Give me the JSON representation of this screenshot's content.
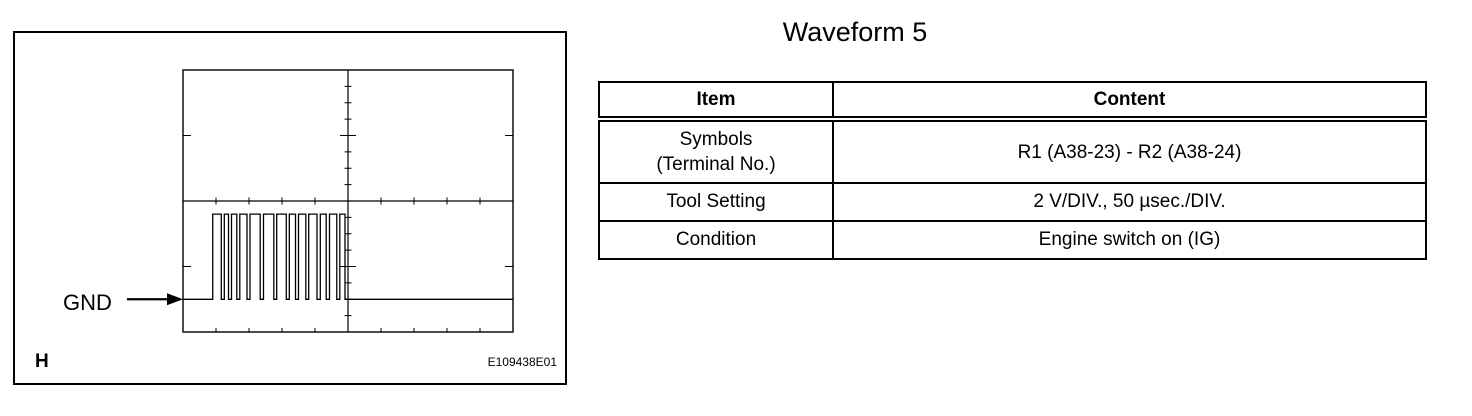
{
  "title": "Waveform 5",
  "figure": {
    "gnd_label": "GND",
    "panel_letter": "H",
    "figure_id": "E109438E01"
  },
  "table": {
    "headers": [
      "Item",
      "Content"
    ],
    "rows": [
      {
        "item_lines": [
          "Symbols",
          "(Terminal No.)"
        ],
        "content": "R1 (A38-23) - R2 (A38-24)"
      },
      {
        "item_lines": [
          "Tool Setting"
        ],
        "content": "2 V/DIV., 50 µsec./DIV."
      },
      {
        "item_lines": [
          "Condition"
        ],
        "content": "Engine switch on (IG)"
      }
    ]
  },
  "chart_data": {
    "type": "line",
    "title": "",
    "xlabel": "",
    "ylabel": "",
    "y_units": "V",
    "x_units": "µs",
    "v_per_div": 2,
    "us_per_div": 50,
    "x_divs": 2,
    "y_divs": 4,
    "xlim": [
      0,
      100
    ],
    "ylim": [
      -1,
      7
    ],
    "gnd_reference_v": 0,
    "grid": true,
    "series": [
      {
        "description_note": null,
        "x": [
          0,
          9.0,
          9.0,
          11.6,
          11.6,
          12.5,
          12.5,
          13.8,
          13.8,
          14.7,
          14.7,
          16.3,
          16.3,
          17.2,
          17.2,
          19.4,
          19.4,
          20.3,
          20.3,
          23.4,
          23.4,
          24.4,
          24.4,
          27.5,
          27.5,
          28.4,
          28.4,
          31.3,
          31.3,
          32.2,
          32.2,
          34.1,
          34.1,
          35.0,
          35.0,
          37.2,
          37.2,
          38.1,
          38.1,
          40.6,
          40.6,
          41.6,
          41.6,
          43.4,
          43.4,
          44.4,
          44.4,
          46.6,
          46.6,
          47.5,
          47.5,
          49.1,
          49.1,
          50.0,
          50.0,
          100
        ],
        "y": [
          0,
          0,
          2.6,
          2.6,
          0,
          0,
          2.6,
          2.6,
          0,
          0,
          2.6,
          2.6,
          0,
          0,
          2.6,
          2.6,
          0,
          0,
          2.6,
          2.6,
          0,
          0,
          2.6,
          2.6,
          0,
          0,
          2.6,
          2.6,
          0,
          0,
          2.6,
          2.6,
          0,
          0,
          2.6,
          2.6,
          0,
          0,
          2.6,
          2.6,
          0,
          0,
          2.6,
          2.6,
          0,
          0,
          2.6,
          2.6,
          0,
          0,
          2.6,
          2.6,
          0,
          0,
          0,
          0
        ]
      }
    ]
  }
}
